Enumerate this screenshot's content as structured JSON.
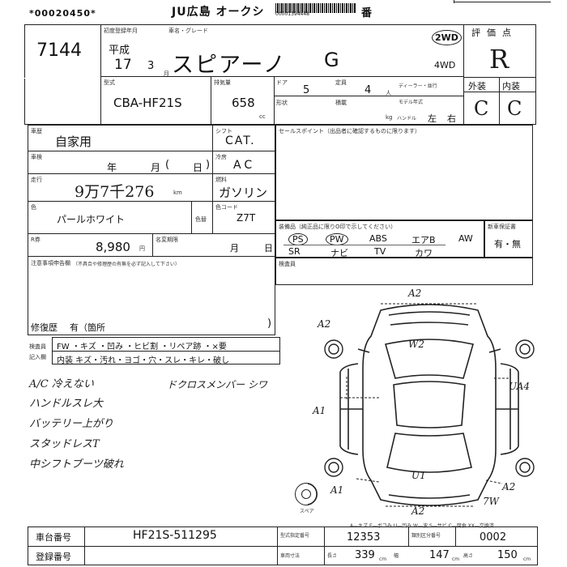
{
  "header": {
    "serial": "*00020450*",
    "auction": "JU広島 オークシ",
    "barcode_text": "00001394448",
    "suffix": "番"
  },
  "lot": {
    "number": "7144"
  },
  "first_reg": {
    "label": "初度登録年月",
    "era": "平成",
    "year": "17",
    "month": "3",
    "month_unit": "月"
  },
  "car": {
    "name_label": "車名・グレード",
    "name": "スピアーノ",
    "grade": "G"
  },
  "drive": {
    "two": "2WD",
    "four": "4WD"
  },
  "score": {
    "label": "評価点",
    "value": "R"
  },
  "model": {
    "label": "型式",
    "value": "CBA-HF21S"
  },
  "displacement": {
    "label": "排気量",
    "value": "658",
    "unit": "cc"
  },
  "doors": {
    "label": "ドア",
    "value": "5"
  },
  "capacity": {
    "label": "定員",
    "value": "4",
    "unit": "人"
  },
  "dealer": {
    "label": "ディーラー・並行",
    "model_year": "モデル年式"
  },
  "form": {
    "label": "形状"
  },
  "load": {
    "label": "積載",
    "unit": "kg"
  },
  "handle": {
    "label": "ハンドル",
    "left": "左",
    "right": "右"
  },
  "exterior": {
    "label": "外装",
    "value": "C"
  },
  "interior": {
    "label": "内装",
    "value": "C"
  },
  "usage": {
    "label": "車歴",
    "value": "自家用"
  },
  "shift": {
    "label": "シフト",
    "value": "CAT."
  },
  "inspection": {
    "label": "車検",
    "year": "年",
    "month": "月",
    "day": "日"
  },
  "aircon": {
    "label": "冷房",
    "value": "AC"
  },
  "mileage": {
    "label": "走行",
    "value": "9万7千276",
    "unit": "km"
  },
  "fuel": {
    "label": "燃料",
    "value": "ガソリン"
  },
  "color": {
    "label": "色",
    "value": "パールホワイト",
    "change_label": "色替",
    "code_label": "色コード",
    "code": "Z7T"
  },
  "recycle": {
    "label": "R券",
    "value": "8,980",
    "unit": "円",
    "transfer_label": "名変期限",
    "month": "月",
    "day": "日"
  },
  "sales_point": {
    "label": "セールスポイント（出品者に確認するものに限ります）"
  },
  "equipment": {
    "label": "装備品（純正品に限りO印で示してください）",
    "row1": [
      "PS",
      "PW",
      "ABS",
      "エアB",
      "AW"
    ],
    "row2": [
      "SR",
      "ナビ",
      "TV",
      "カワ"
    ]
  },
  "new_car_warranty": {
    "label": "新車保証書",
    "value": "有・無"
  },
  "seller_notes": {
    "label": "注意事項申告欄",
    "sub": "（不具合や修理歴の有無を必ず記入して下さい）"
  },
  "inspector": {
    "label": "検査員"
  },
  "repair_history": {
    "label": "修復歴",
    "value": "有（箇所"
  },
  "defects": {
    "label1": "検査員",
    "label2": "記入欄",
    "row1": "FW ・キズ ・凹み ・ヒビ割 ・リペア跡 ・×要",
    "row2": "内装 キズ・汚れ・ヨゴ・穴・スレ・キレ・破し"
  },
  "handnotes": [
    "A/C 冷えない",
    "ハンドルスレ大",
    "バッテリー上がり",
    "スタッドレスT",
    "中シフトブーツ破れ"
  ],
  "handnote_right": "ドクロスメンバー シワ",
  "diagram": {
    "marks": [
      "A2",
      "A2",
      "W2",
      "A1",
      "UA4",
      "U1",
      "A1",
      "A2",
      "A2",
      "7W"
    ],
    "spare_label": "スペア",
    "legend": "A―キズ E―ボコみ U―凹み W―波 S―サビ C―腐食 XX―交換済"
  },
  "footer": {
    "chassis_label": "車台番号",
    "chassis_value": "HF21S-511295",
    "reg_label": "登録番号",
    "type_approval_label": "型式指定番号",
    "type_approval": "12353",
    "category_label": "類別区分番号",
    "category": "0002",
    "dims_label": "車両寸法",
    "length_label": "長さ",
    "length": "339",
    "width_label": "幅",
    "width": "147",
    "height_label": "高さ",
    "height": "150",
    "dim_unit": "cm"
  }
}
